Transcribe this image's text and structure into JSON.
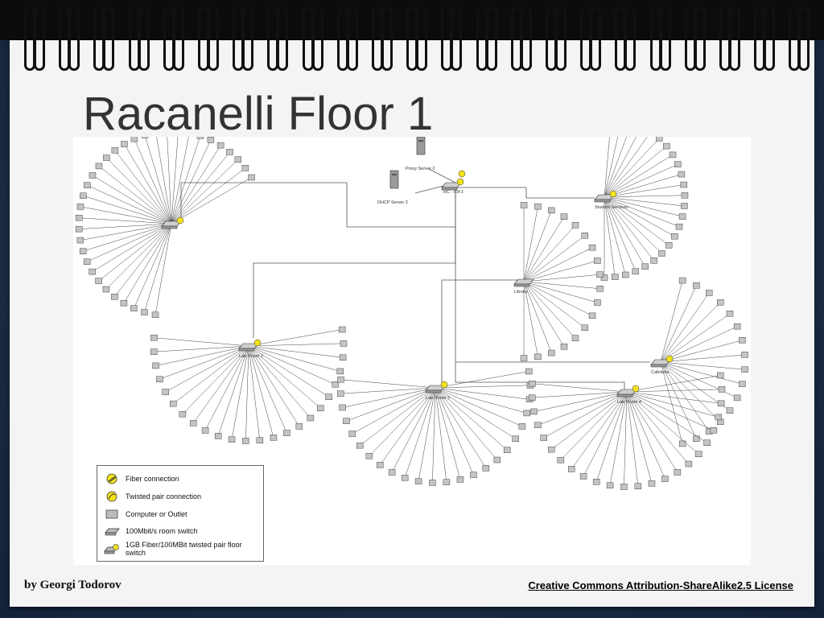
{
  "slide": {
    "title": "Racanelli Floor 1",
    "author": "by Georgi Todorov",
    "license": "Creative Commons Attribution-ShareAlike2.5 License"
  },
  "diagram": {
    "core": "RC - IDF1",
    "servers": [
      "Proxy Server 2",
      "DHCP Server 2"
    ],
    "switches": {
      "student": "Student Services",
      "library": "Library",
      "cafeteria": "Cafeteria",
      "lab2": "Lab Room 2",
      "lab3": "Lab Room 3",
      "lab4": "Lab Room 4"
    }
  },
  "legend": {
    "fiber": "Fiber connection",
    "twisted": "Twisted pair connection",
    "computer": "Computer or Outlet",
    "room_switch": "100Mbit/s room switch",
    "floor_switch": "1GB Fiber/100MBit twisted pair floor switch"
  },
  "colors": {
    "line": "#555555",
    "device": "#bcbcbc",
    "yellow": "#f2e21c"
  }
}
